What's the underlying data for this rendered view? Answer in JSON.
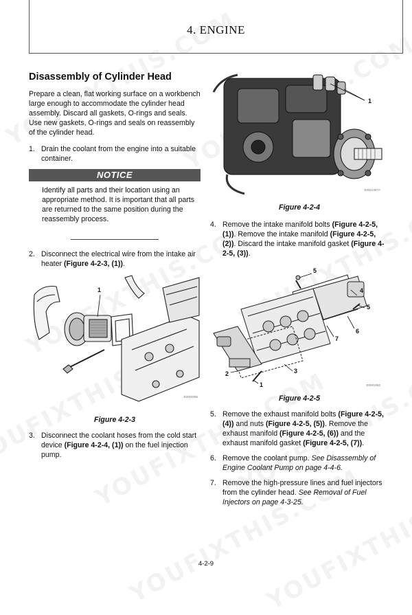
{
  "header": {
    "title": "4. ENGINE"
  },
  "watermark": "YOUFIXTHIS.COM",
  "section": {
    "title": "Disassembly of Cylinder Head",
    "intro": "Prepare a clean, flat working surface on a workbench large enough to accommodate the cylinder head assembly. Discard all gaskets, O-rings and seals. Use new gaskets, O-rings and seals on reassembly of the cylinder head."
  },
  "steps": {
    "s1": {
      "num": "1.",
      "text": "Drain the coolant from the engine into a suitable container."
    },
    "notice": {
      "label": "NOTICE",
      "text": "Identify all parts and their location using an appropriate method. It is important that all parts are returned to the same position during the reassembly process."
    },
    "s2": {
      "num": "2.",
      "text": "Disconnect the electrical wire from the intake air heater ",
      "ref": "(Figure 4-2-3, (1))",
      "end": "."
    },
    "s3": {
      "num": "3.",
      "text_a": "Disconnect the coolant hoses from the cold start device ",
      "ref": "(Figure 4-2-4, (1))",
      "text_b": " on the fuel injection pump."
    },
    "s4": {
      "num": "4.",
      "t1": "Remove the intake manifold bolts ",
      "r1": "(Figure 4-2-5, (1))",
      "t2": ". Remove the intake manifold ",
      "r2": "(Figure 4-2-5, (2))",
      "t3": ". Discard the intake manifold gasket ",
      "r3": "(Figure 4-2-5, (3))",
      "t4": "."
    },
    "s5": {
      "num": "5.",
      "t1": "Remove the exhaust manifold bolts ",
      "r1": "(Figure 4-2-5, (4))",
      "t2": " and nuts ",
      "r2": "(Figure 4-2-5, (5))",
      "t3": ". Remove the exhaust manifold ",
      "r3": "(Figure 4-2-5, (6))",
      "t4": " and the exhaust manifold gasket ",
      "r4": "(Figure 4-2-5, (7))",
      "t5": "."
    },
    "s6": {
      "num": "6.",
      "text": "Remove the coolant pump. ",
      "ref": "See Disassembly of Engine Coolant Pump on page 4-4-6."
    },
    "s7": {
      "num": "7.",
      "text": "Remove the high-pressure lines and fuel injectors from the cylinder head. ",
      "ref": "See Removal of Fuel Injectors on page 4-3-25."
    }
  },
  "figures": {
    "f3": {
      "caption": "Figure 4-2-3",
      "code": "E0003095",
      "callouts": [
        "1"
      ]
    },
    "f4": {
      "caption": "Figure 4-2-4",
      "code": "E0001087A",
      "callouts": [
        "1"
      ]
    },
    "f5": {
      "caption": "Figure 4-2-5",
      "code": "E0001082",
      "callouts": [
        "1",
        "2",
        "3",
        "4",
        "5",
        "5",
        "6",
        "7"
      ]
    }
  },
  "footer": {
    "page_number": "4-2-9"
  }
}
